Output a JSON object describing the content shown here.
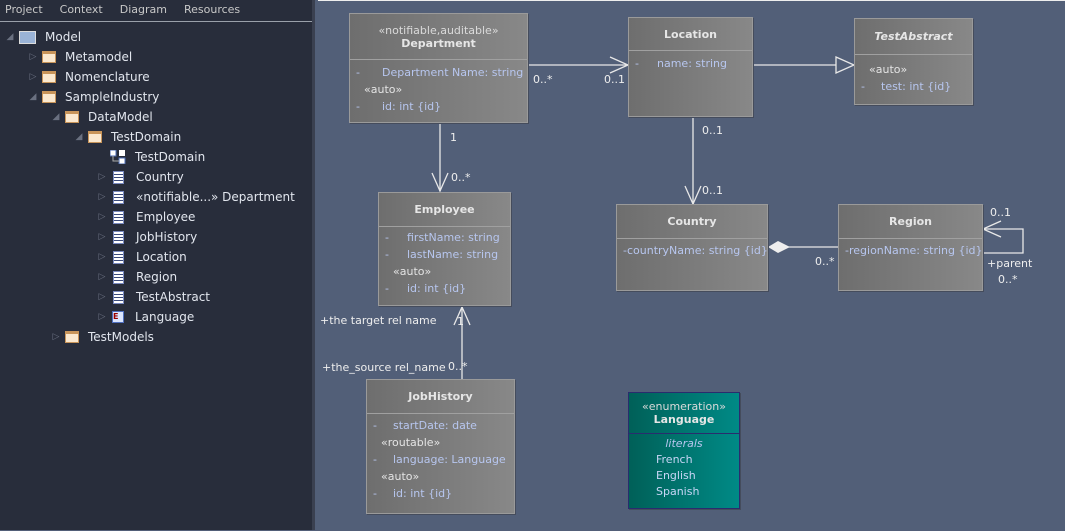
{
  "panel_tabs": [
    "Project",
    "Context",
    "Diagram",
    "Resources"
  ],
  "tree": {
    "label": "Model",
    "icon": "model-icon",
    "expanded": true,
    "children": [
      {
        "label": "Metamodel",
        "icon": "folder-icon",
        "expanded": false
      },
      {
        "label": "Nomenclature",
        "icon": "folder-icon",
        "expanded": false
      },
      {
        "label": "SampleIndustry",
        "icon": "folder-icon",
        "expanded": true,
        "children": [
          {
            "label": "DataModel",
            "icon": "folder-icon",
            "expanded": true,
            "children": [
              {
                "label": "TestDomain",
                "icon": "folder-icon",
                "expanded": true,
                "children": [
                  {
                    "label": "TestDomain",
                    "icon": "diagram-icon"
                  },
                  {
                    "label": "Country",
                    "icon": "class-icon",
                    "expanded": false
                  },
                  {
                    "label": "«notifiable...» Department",
                    "icon": "class-icon",
                    "expanded": false
                  },
                  {
                    "label": "Employee",
                    "icon": "class-icon",
                    "expanded": false
                  },
                  {
                    "label": "JobHistory",
                    "icon": "class-icon",
                    "expanded": false
                  },
                  {
                    "label": "Location",
                    "icon": "class-icon",
                    "expanded": false
                  },
                  {
                    "label": "Region",
                    "icon": "class-icon",
                    "expanded": false
                  },
                  {
                    "label": "TestAbstract",
                    "icon": "class-icon",
                    "expanded": false
                  },
                  {
                    "label": "Language",
                    "icon": "enumeration-icon",
                    "expanded": false
                  }
                ]
              }
            ]
          },
          {
            "label": "TestModels",
            "icon": "folder-icon",
            "expanded": false
          }
        ]
      }
    ]
  },
  "diagram": {
    "department": {
      "stereotype": "«notifiable,auditable»",
      "name": "Department",
      "attr1": "Department Name: string",
      "auto": "«auto»",
      "attr2": "id: int {id}"
    },
    "location": {
      "name": "Location",
      "attr1": "name: string"
    },
    "testabstract": {
      "name": "TestAbstract",
      "auto": "«auto»",
      "attr1": "test: int {id}"
    },
    "employee": {
      "name": "Employee",
      "attr1": "firstName: string",
      "attr2": "lastName: string",
      "auto": "«auto»",
      "attr3": "id: int {id}"
    },
    "country": {
      "name": "Country",
      "attr1": "countryName: string {id}"
    },
    "region": {
      "name": "Region",
      "attr1": "regionName: string {id}"
    },
    "jobhistory": {
      "name": "JobHistory",
      "attr1": "startDate: date",
      "routable": "«routable»",
      "attr2": "language: Language",
      "auto": "«auto»",
      "attr3": "id: int {id}"
    },
    "language": {
      "stereotype": "«enumeration»",
      "name": "Language",
      "section": "literals",
      "literals": [
        "French",
        "English",
        "Spanish"
      ]
    },
    "dash": "-",
    "labels": {
      "dep_loc_src": "0..*",
      "dep_loc_tgt": "0..1",
      "dep_emp_src": "1",
      "dep_emp_tgt": "0..*",
      "loc_cty_src": "0..1",
      "loc_cty_tgt": "0..1",
      "cty_reg": "0..*",
      "reg_self_top": "0..1",
      "reg_parent": "+parent",
      "reg_self_bottom": "0..*",
      "job_target_role": "+the target rel name",
      "job_target_mult": "1",
      "job_source_role": "+the_source rel_name",
      "job_source_mult": "0..*"
    }
  }
}
